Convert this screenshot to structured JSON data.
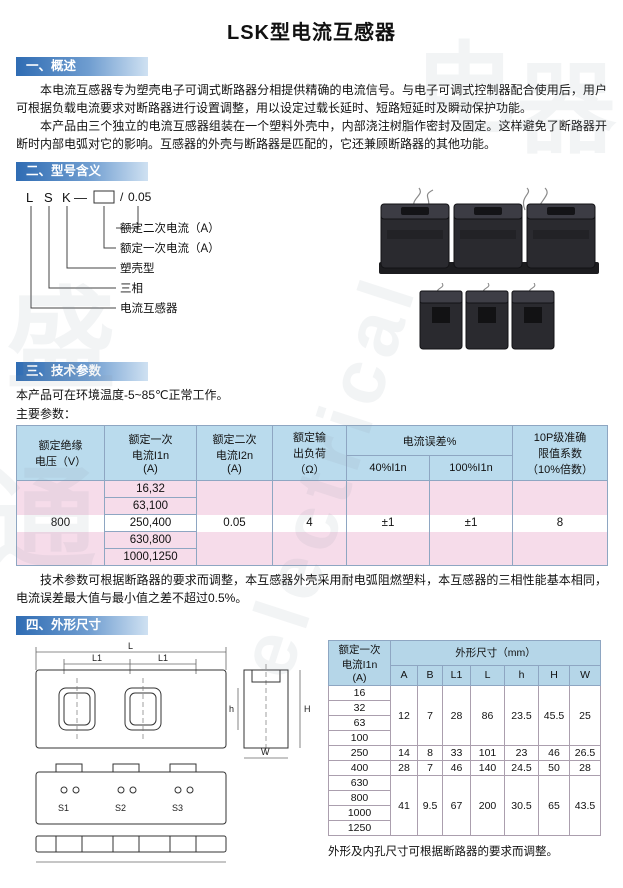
{
  "page": {
    "title": "LSK型电流互感器"
  },
  "watermark": {
    "char1": "通",
    "char2": "盛",
    "char3": "电",
    "char4": "器",
    "en": "electrical"
  },
  "overview": {
    "heading": "一、概述",
    "para1": "本电流互感器专为塑壳电子可调式断路器分相提供精确的电流信号。与电子可调式控制器配合使用后，用户可根据负载电流要求对断路器进行设置调整，用以设定过载长延时、短路短延时及瞬动保护功能。",
    "para2": "本产品由三个独立的电流互感器组装在一个塑料外壳中，内部浇注树脂作密封及固定。这样避免了断路器开断时内部电弧对它的影响。互感器的外壳与断路器是匹配的，它还兼顾断路器的其他功能。"
  },
  "model": {
    "heading": "二、型号含义",
    "letter_l": "L",
    "letter_s": "S",
    "letter_k": "K",
    "dash": "—",
    "slash": "/",
    "ratio": "0.05",
    "labels": [
      "额定二次电流（A）",
      "额定一次电流（A）",
      "塑壳型",
      "三相",
      "电流互感器"
    ]
  },
  "tech": {
    "heading": "三、技术参数",
    "env_line": "本产品可在环境温度-5~85℃正常工作。",
    "params_line": "主要参数：",
    "note": "技术参数可根据断路器的要求而调整，本互感器外壳采用耐电弧阻燃塑料，本互感器的三相性能基本相同，电流误差最大值与最小值之差不超过0.5%。"
  },
  "tech_table": {
    "h_voltage": "额定绝缘\n电压（V）",
    "h_i1n": "额定一次\n电流I1n\n(A)",
    "h_i2n": "额定二次\n电流I2n\n(A)",
    "h_load": "额定输\n出负荷\n（Ω）",
    "h_error": "电流误差%",
    "h_err40": "40%I1n",
    "h_err100": "100%I1n",
    "h_10p": "10P级准确\n限值系数\n（10%倍数）",
    "voltage": "800",
    "i1n_rows": [
      "16,32",
      "63,100",
      "250,400",
      "630,800",
      "1000,1250"
    ],
    "i2n": "0.05",
    "load": "4",
    "err40": "±1",
    "err100": "±1",
    "limit": "8"
  },
  "dims": {
    "heading": "四、外形尺寸",
    "note": "外形及内孔尺寸可根据断路器的要求而调整。",
    "drawing": {
      "L": "L",
      "L1a": "L1",
      "L1b": "L1",
      "H": "H",
      "h": "h",
      "W": "W",
      "s1": "S1",
      "s2": "S2",
      "s3": "S3"
    }
  },
  "dims_table": {
    "h_current": "额定一次\n电流I1n\n(A)",
    "h_dims": "外形尺寸（mm）",
    "cols": [
      "A",
      "B",
      "L1",
      "L",
      "h",
      "H",
      "W"
    ],
    "currents": [
      "16",
      "32",
      "63",
      "100",
      "250",
      "400",
      "630",
      "800",
      "1000",
      "1250"
    ],
    "group1": [
      "12",
      "7",
      "28",
      "86",
      "23.5",
      "45.5",
      "25"
    ],
    "row250": [
      "14",
      "8",
      "33",
      "101",
      "23",
      "46",
      "26.5"
    ],
    "row400": [
      "28",
      "7",
      "46",
      "140",
      "24.5",
      "50",
      "28"
    ],
    "group2": [
      "41",
      "9.5",
      "67",
      "200",
      "30.5",
      "65",
      "43.5"
    ]
  }
}
